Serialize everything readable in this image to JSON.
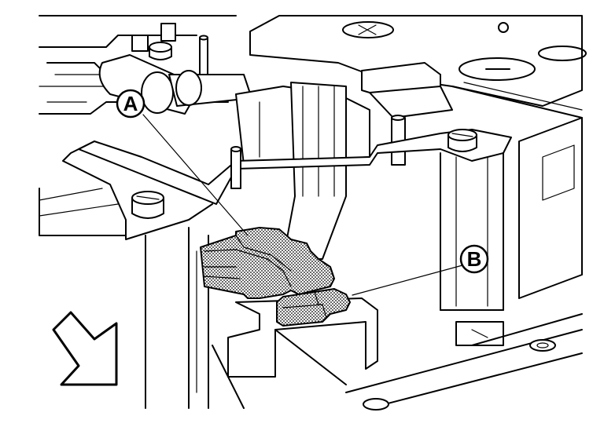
{
  "figure": {
    "callouts": [
      {
        "id": "A",
        "label": "A"
      },
      {
        "id": "B",
        "label": "B"
      }
    ],
    "colors": {
      "line": "#000000",
      "background": "#ffffff",
      "highlight_fill": "#c8c8c8"
    },
    "icons": {
      "direction_arrow": "front-direction-arrow-icon",
      "polarity_mark": "minus-terminal-icon"
    }
  }
}
